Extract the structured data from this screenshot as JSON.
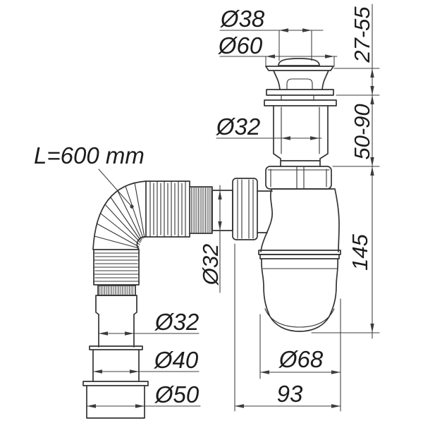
{
  "labels": {
    "cap_diameter": "Ø38",
    "flange_diameter": "Ø60",
    "clamp_height_range": "27-55",
    "tailpipe_diameter": "Ø32",
    "inlet_height_range": "50-90",
    "hose_length": "L=600 mm",
    "outlet_pipe_diameter": "Ø32",
    "trap_height": "145",
    "hose_end_diameter": "Ø32",
    "adapter_diameter_mid": "Ø40",
    "adapter_diameter_large": "Ø50",
    "cup_diameter": "Ø68",
    "trap_width": "93"
  },
  "colors": {
    "background": "#ffffff",
    "line": "#333333",
    "dimension": "#3c3c3c",
    "text": "#1c1c1c"
  }
}
